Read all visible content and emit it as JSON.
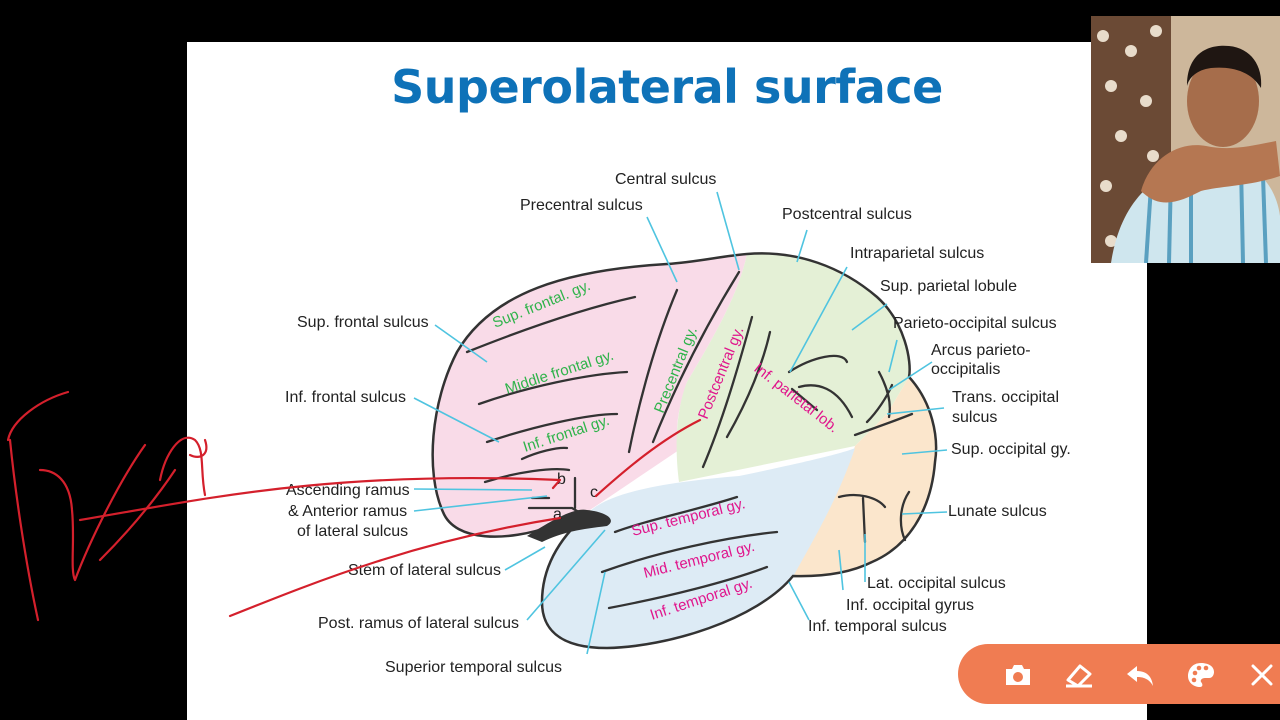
{
  "slide": {
    "title": "Superolateral surface"
  },
  "diagram": {
    "labels": {
      "central_sulcus": "Central sulcus",
      "precentral_sulcus": "Precentral sulcus",
      "postcentral_sulcus": "Postcentral sulcus",
      "intraparietal_sulcus": "Intraparietal sulcus",
      "sup_parietal_lobule": "Sup. parietal lobule",
      "parieto_occipital_sulcus": "Parieto-occipital sulcus",
      "arcus_line1": "Arcus parieto-",
      "arcus_line2": "occipitalis",
      "trans_occipital_line1": "Trans. occipital",
      "trans_occipital_line2": "sulcus",
      "sup_occipital_gy": "Sup. occipital gy.",
      "lunate_sulcus": "Lunate sulcus",
      "lat_occipital_sulcus": "Lat. occipital sulcus",
      "inf_occipital_gyrus": "Inf. occipital gyrus",
      "inf_temporal_sulcus": "Inf. temporal sulcus",
      "superior_temporal_sulcus": "Superior temporal sulcus",
      "post_ramus": "Post. ramus of lateral sulcus",
      "stem_lateral_sulcus": "Stem of lateral sulcus",
      "ascending_line1": "Ascending ramus",
      "ascending_line2": "& Anterior ramus",
      "ascending_line3": "of lateral sulcus",
      "inf_frontal_sulcus": "Inf. frontal sulcus",
      "sup_frontal_sulcus": "Sup. frontal sulcus",
      "letter_a": "a",
      "letter_b": "b",
      "letter_c": "c"
    },
    "gyri": {
      "sup_frontal": "Sup. frontal. gy.",
      "middle_frontal": "Middle frontal gy.",
      "inf_frontal": "Inf. frontal gy.",
      "precentral": "Precentral gy.",
      "postcentral": "Postcentral gy.",
      "inf_parietal": "Inf. parietal lob.",
      "sup_temporal": "Sup. temporal gy.",
      "mid_temporal": "Mid. temporal gy.",
      "inf_temporal": "Inf. temporal gy."
    },
    "colors": {
      "frontal": "#f9dbe8",
      "parietal": "#e4f0d6",
      "occipital": "#fbe6cc",
      "temporal": "#ddebf5",
      "leader_line": "#4fc4e0",
      "green_label": "#2fb34a",
      "magenta_label": "#e0168c"
    }
  },
  "handwriting": {
    "color": "#d4202c",
    "text": "Fig"
  },
  "webcam": {
    "icon": "presenter-video"
  },
  "toolbar": {
    "color": "#f07c52",
    "buttons": [
      "camera-icon",
      "eraser-icon",
      "undo-icon",
      "palette-icon",
      "close-icon"
    ]
  }
}
